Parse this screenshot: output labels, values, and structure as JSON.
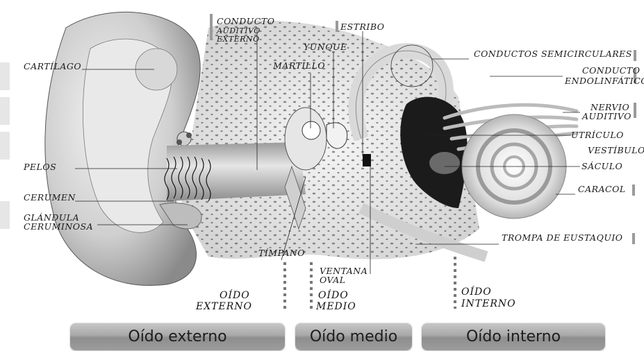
{
  "labels": {
    "conducto_auditivo_externo": [
      "CONDUCTO",
      "AUDITIVO",
      "EXTERNO"
    ],
    "estribo": "ESTRIBO",
    "yunque": "YUNQUE",
    "martillo": "MARTILLO",
    "cartilago": "CARTÍLAGO",
    "conductos_semicirculares": "CONDUCTOS SEMICIRCULARES",
    "conducto_endolinfatico": [
      "CONDUCTO",
      "ENDOLINFÁTICO"
    ],
    "nervio_auditivo": [
      "NERVIO",
      "AUDITIVO"
    ],
    "utriculo": "UTRÍCULO",
    "vestibulo": "VESTÍBULO",
    "saculo": "SÁCULO",
    "caracol": "CARACOL",
    "pelos": "PELOS",
    "cerumen": "CERUMEN",
    "glandula_ceruminosa": [
      "GLÁNDULA",
      "CERUMINOSA"
    ],
    "trompa_de_eustaquio": "TROMPA DE EUSTAQUIO",
    "timpano": "TÍMPANO",
    "ventana_oval": [
      "VENTANA",
      "OVAL"
    ]
  },
  "regions": {
    "oido_externo": [
      "OÍDO",
      "EXTERNO"
    ],
    "oido_medio": [
      "OÍDO",
      "MEDIO"
    ],
    "oido_interno": [
      "OÍDO",
      "INTERNO"
    ]
  },
  "buttons": {
    "externo": "Oído externo",
    "medio": "Oído medio",
    "interno": "Oído interno"
  }
}
